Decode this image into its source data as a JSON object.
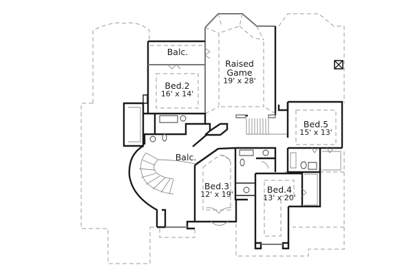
{
  "plan": {
    "type": "second-floor-plan",
    "colors": {
      "wall": "#1a1a1a",
      "outline_dashed": "#9a9a9a",
      "background": "#ffffff"
    },
    "rooms": [
      {
        "id": "balc_top",
        "name": "Balc.",
        "dimensions": ""
      },
      {
        "id": "raised_game",
        "name": "Raised Game",
        "name_line1": "Raised",
        "name_line2": "Game",
        "dimensions": "19' x 28'"
      },
      {
        "id": "bed2",
        "name": "Bed.2",
        "dimensions": "16' x 14'"
      },
      {
        "id": "bed5",
        "name": "Bed.5",
        "dimensions": "15' x 13'"
      },
      {
        "id": "balc_stair",
        "name": "Balc.",
        "dimensions": ""
      },
      {
        "id": "bed3",
        "name": "Bed.3",
        "dimensions": "12' x 19'"
      },
      {
        "id": "bed4",
        "name": "Bed.4",
        "dimensions": "13' x 20'"
      }
    ],
    "symbols": [
      {
        "id": "chimney",
        "icon": "x-box-icon"
      },
      {
        "id": "spiral-stair",
        "icon": "spiral-stair-icon"
      },
      {
        "id": "straight-stair",
        "icon": "stair-icon"
      }
    ]
  }
}
